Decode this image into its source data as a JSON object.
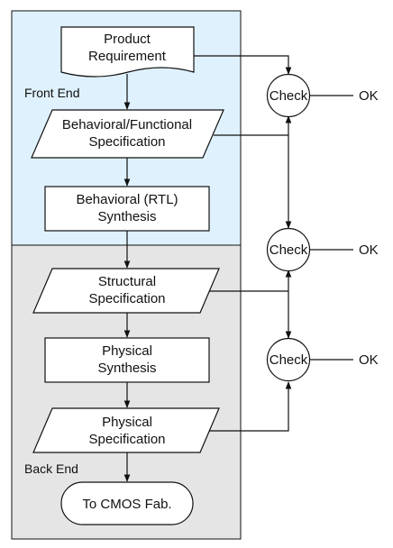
{
  "regions": {
    "front_end": {
      "label": "Front End",
      "color": "#dff1fd"
    },
    "back_end": {
      "label": "Back End",
      "color": "#e5e5e5"
    }
  },
  "nodes": {
    "product_requirement": {
      "line1": "Product",
      "line2": "Requirement"
    },
    "behavioral_functional_spec": {
      "line1": "Behavioral/Functional",
      "line2": "Specification"
    },
    "behavioral_rtl_synthesis": {
      "line1": "Behavioral (RTL)",
      "line2": "Synthesis"
    },
    "structural_spec": {
      "line1": "Structural",
      "line2": "Specification"
    },
    "physical_synthesis": {
      "line1": "Physical",
      "line2": "Synthesis"
    },
    "physical_spec": {
      "line1": "Physical",
      "line2": "Specification"
    },
    "cmos_fab": {
      "label": "To CMOS Fab."
    }
  },
  "checks": [
    {
      "label": "Check",
      "result": "OK"
    },
    {
      "label": "Check",
      "result": "OK"
    },
    {
      "label": "Check",
      "result": "OK"
    }
  ]
}
